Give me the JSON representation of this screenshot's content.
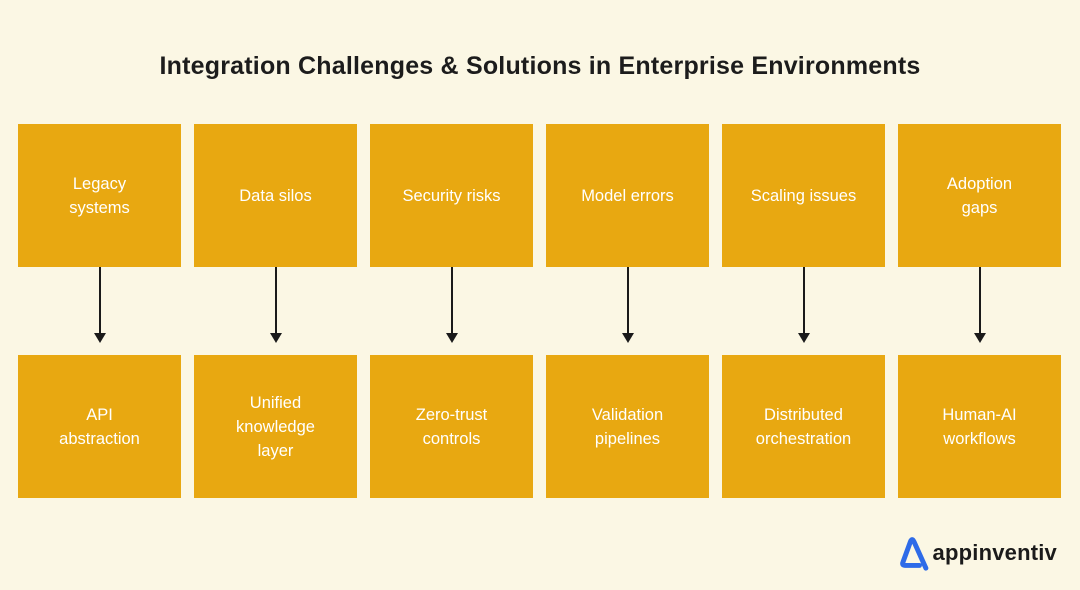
{
  "title": "Integration Challenges & Solutions in Enterprise Environments",
  "colors": {
    "background": "#FBF7E4",
    "box": "#E8A811",
    "box_text": "#FFFFFF",
    "title_text": "#1C1C1C",
    "arrow": "#1A1A1A",
    "logo_blue": "#2E6BE8",
    "logo_text": "#1B1B1B"
  },
  "diagram": {
    "columns": [
      {
        "challenge": "Legacy\nsystems",
        "solution": "API\nabstraction"
      },
      {
        "challenge": "Data silos",
        "solution": "Unified\nknowledge\nlayer"
      },
      {
        "challenge": "Security risks",
        "solution": "Zero-trust\ncontrols"
      },
      {
        "challenge": "Model errors",
        "solution": "Validation\npipelines"
      },
      {
        "challenge": "Scaling issues",
        "solution": "Distributed\norchestration"
      },
      {
        "challenge": "Adoption\ngaps",
        "solution": "Human-AI\nworkflows"
      }
    ]
  },
  "footer": {
    "logo_text": "appinventiv"
  }
}
